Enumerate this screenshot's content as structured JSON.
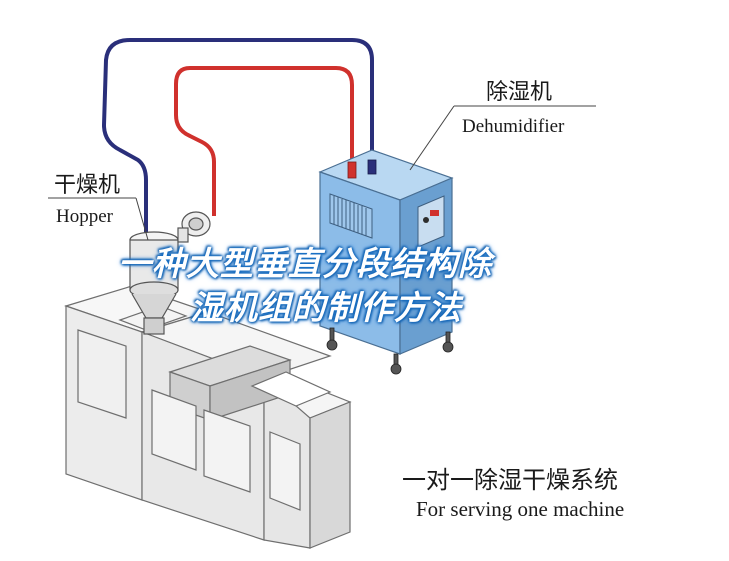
{
  "labels": {
    "dehumidifier_cn": "除湿机",
    "dehumidifier_en": "Dehumidifier",
    "hopper_cn": "干燥机",
    "hopper_en": "Hopper",
    "system_cn": "一对一除湿干燥系统",
    "system_en": "For serving one machine"
  },
  "overlay": {
    "title_line1": "一种大型垂直分段结构除",
    "title_line2": "湿机组的制作方法"
  },
  "colors": {
    "return_pipe": "#2a2f7a",
    "supply_pipe": "#d0312d",
    "dehumidifier_body": "#7db3e3",
    "machine_body": "#f2f2f2",
    "title_glow": "#1a73c9"
  }
}
